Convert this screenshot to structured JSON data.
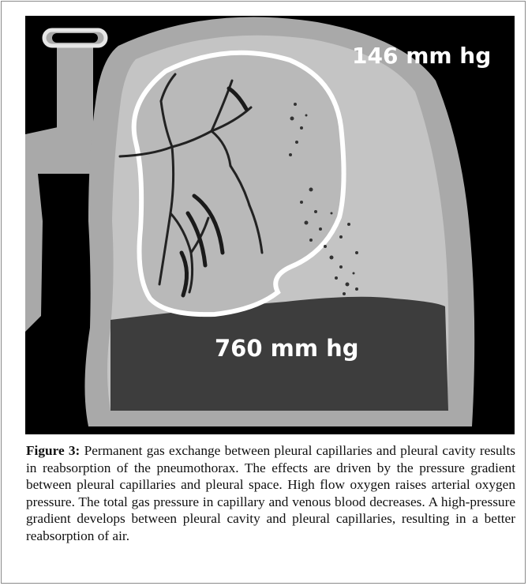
{
  "figure": {
    "label_top": "146 mm hg",
    "label_bottom": "760 mm hg",
    "colors": {
      "background": "#000000",
      "tissue": "#a9a9a9",
      "lung": "#c8c8c8",
      "effusion": "#3d3d3d",
      "label": "#ffffff"
    }
  },
  "caption": {
    "label": "Figure 3:",
    "text": " Permanent gas exchange between pleural capillaries and pleural cavity results in reabsorption of the pneumothorax. The effects are driven by the pressure gradient between pleural capillaries and pleural space. High flow oxygen raises arterial oxygen pressure. The total gas pressure in capillary and venous blood decreases. A high-pressure gradient develops between pleural cavity and pleural capillaries, resulting in a better reabsorption of air."
  }
}
